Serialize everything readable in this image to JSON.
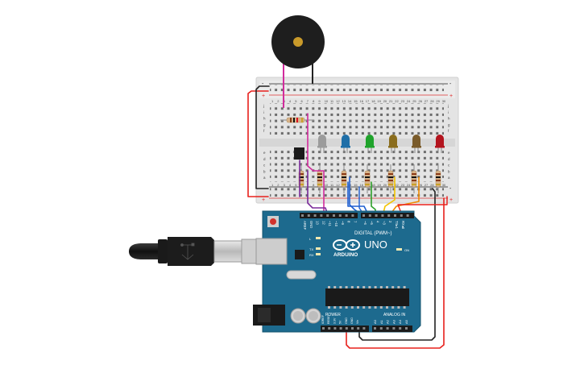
{
  "breadboard": {
    "column_numbers": [
      "1",
      "2",
      "3",
      "4",
      "5",
      "6",
      "7",
      "8",
      "9",
      "10",
      "11",
      "12",
      "13",
      "14",
      "15",
      "16",
      "17",
      "18",
      "19",
      "20",
      "21",
      "22",
      "23",
      "24",
      "25",
      "26",
      "27",
      "28",
      "29",
      "30"
    ],
    "row_letters_top": [
      "j",
      "i",
      "h",
      "g",
      "f"
    ],
    "row_letters_bottom": [
      "e",
      "d",
      "c",
      "b",
      "a"
    ],
    "rail_plus": "+",
    "rail_minus": "-"
  },
  "leds": [
    {
      "name": "led-gray",
      "color": "#9b9b9b"
    },
    {
      "name": "led-blue",
      "color": "#1f6fa8"
    },
    {
      "name": "led-green",
      "color": "#1fa32b"
    },
    {
      "name": "led-olive",
      "color": "#8a6d1d"
    },
    {
      "name": "led-brown",
      "color": "#7a5b2a"
    },
    {
      "name": "led-red",
      "color": "#b3141e"
    }
  ],
  "wire_colors": {
    "red": "#e8201c",
    "black": "#222222",
    "magenta": "#d22c9d",
    "purple": "#7a2a9a",
    "blue": "#1f5fd0",
    "green": "#2da12a",
    "yellow": "#f3c400",
    "orange": "#f08a00"
  },
  "arduino": {
    "brand": "ARDUINO",
    "model": "UNO",
    "digital_label": "DIGITAL (PWM~)",
    "power_label": "POWER",
    "analog_label": "ANALOG IN",
    "led_labels": [
      "L",
      "TX",
      "RX"
    ],
    "on_label": "ON",
    "digital_pins": [
      "AREF",
      "GND",
      "13",
      "12",
      "~11",
      "~10",
      "~9",
      "8",
      "7",
      "~6",
      "~5",
      "4",
      "~3",
      "2",
      "TX▸1",
      "RX◂0"
    ],
    "power_pins": [
      "IOREF",
      "RESET",
      "3.3V",
      "5V",
      "GND",
      "GND",
      "Vin"
    ],
    "analog_pins": [
      "A0",
      "A1",
      "A2",
      "A3",
      "A4",
      "A5"
    ]
  }
}
